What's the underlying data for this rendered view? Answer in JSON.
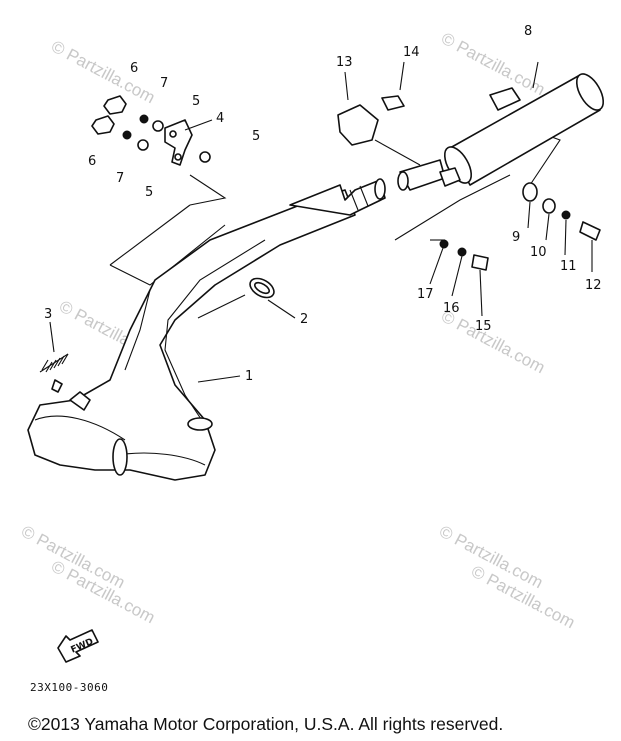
{
  "callouts": {
    "c1": "1",
    "c2": "2",
    "c3": "3",
    "c4": "4",
    "c5a": "5",
    "c5b": "5",
    "c5c": "5",
    "c6a": "6",
    "c6b": "6",
    "c7a": "7",
    "c7b": "7",
    "c8": "8",
    "c9": "9",
    "c10": "10",
    "c11": "11",
    "c12": "12",
    "c13": "13",
    "c14": "14",
    "c15": "15",
    "c16": "16",
    "c17": "17"
  },
  "watermarks": [
    "© Partzilla.com",
    "© Partzilla.com",
    "© Partzilla.com",
    "© Partzilla.com",
    "© Partzilla.com",
    "© Partzilla.com",
    "© Partzilla.com",
    "© Partzilla.com"
  ],
  "fwd_label": "FWD",
  "diagram_code": "23X100-3060",
  "copyright": "©2013  Yamaha Motor Corporation, U.S.A. All rights reserved."
}
